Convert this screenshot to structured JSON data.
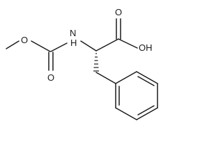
{
  "molecule": {
    "atoms": {
      "methyl_o": "O",
      "carbonyl_o_carbamate": "O",
      "nitrogen": "N",
      "nitrogen_h": "H",
      "acid_carbonyl_o": "O",
      "acid_hydroxyl": "OH"
    },
    "colors": {
      "bond": "#1a1a1a",
      "background": "#ffffff"
    }
  }
}
